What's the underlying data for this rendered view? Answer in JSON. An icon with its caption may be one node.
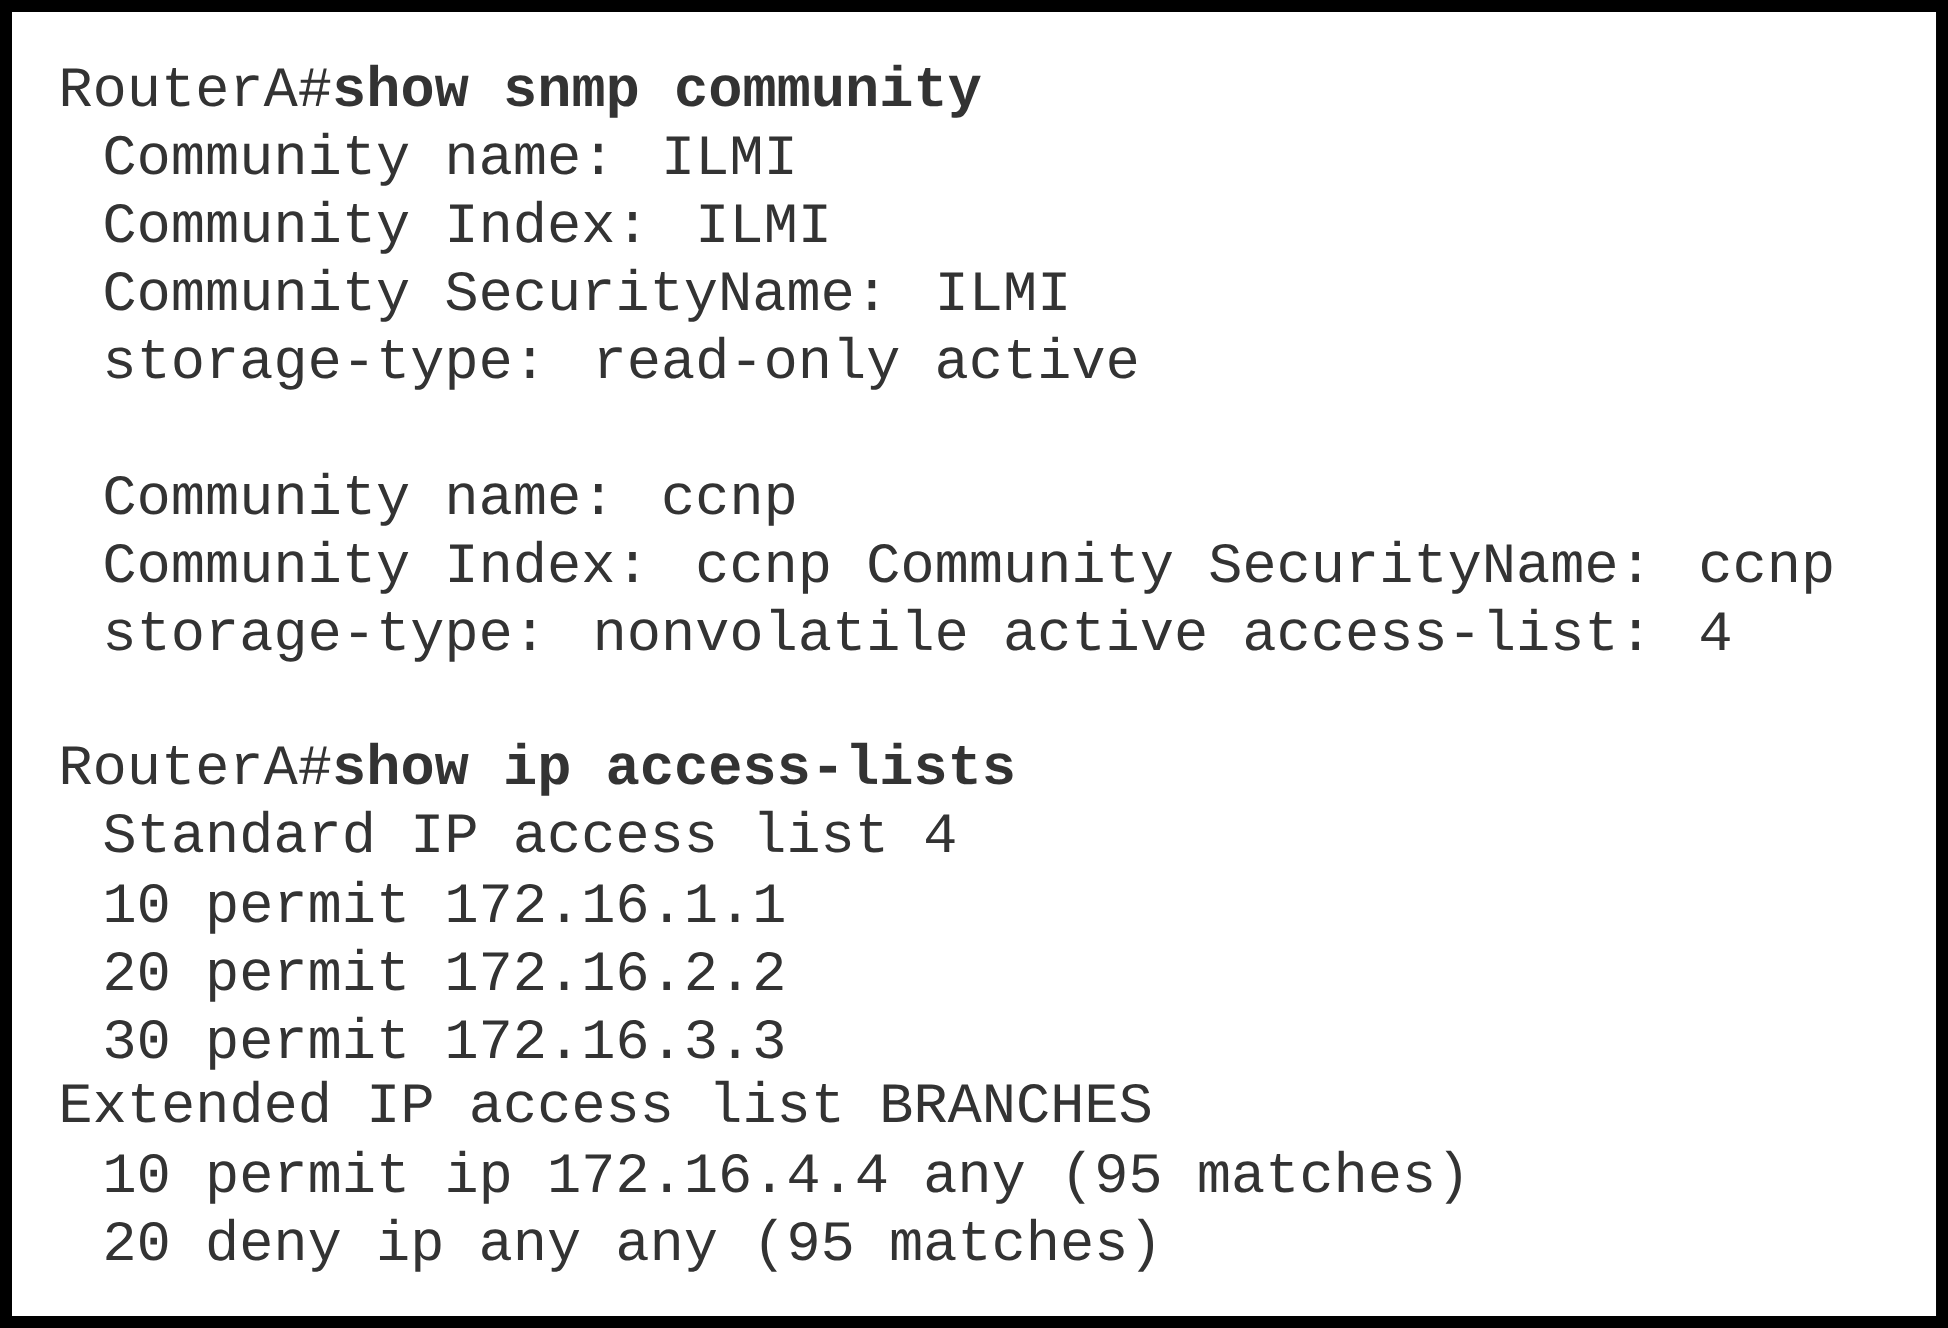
{
  "diagram": {
    "labels": [
      "RouterA#**show snmp community**",
      "Community name: ILMI",
      "Community Index: ILMI",
      "Community SecurityName: ILMI",
      "storage-type: read-only active",
      "Community name: ccnp",
      "Community Index: ccnp Community SecurityName: ccnp",
      "storage-type: nonvolatile active access-list: 4",
      "RouterA#**show ip access-lists**",
      "Standard IP access list 4",
      "10 permit 172.16.1.1",
      "20 permit 172.16.2.2",
      "30 permit 172.16.3.3",
      "Extended IP access list BRANCHES",
      "10 permit ip 172.16.4.4 any (95 matches)",
      "20 deny ip any any (95 matches)"
    ]
  }
}
